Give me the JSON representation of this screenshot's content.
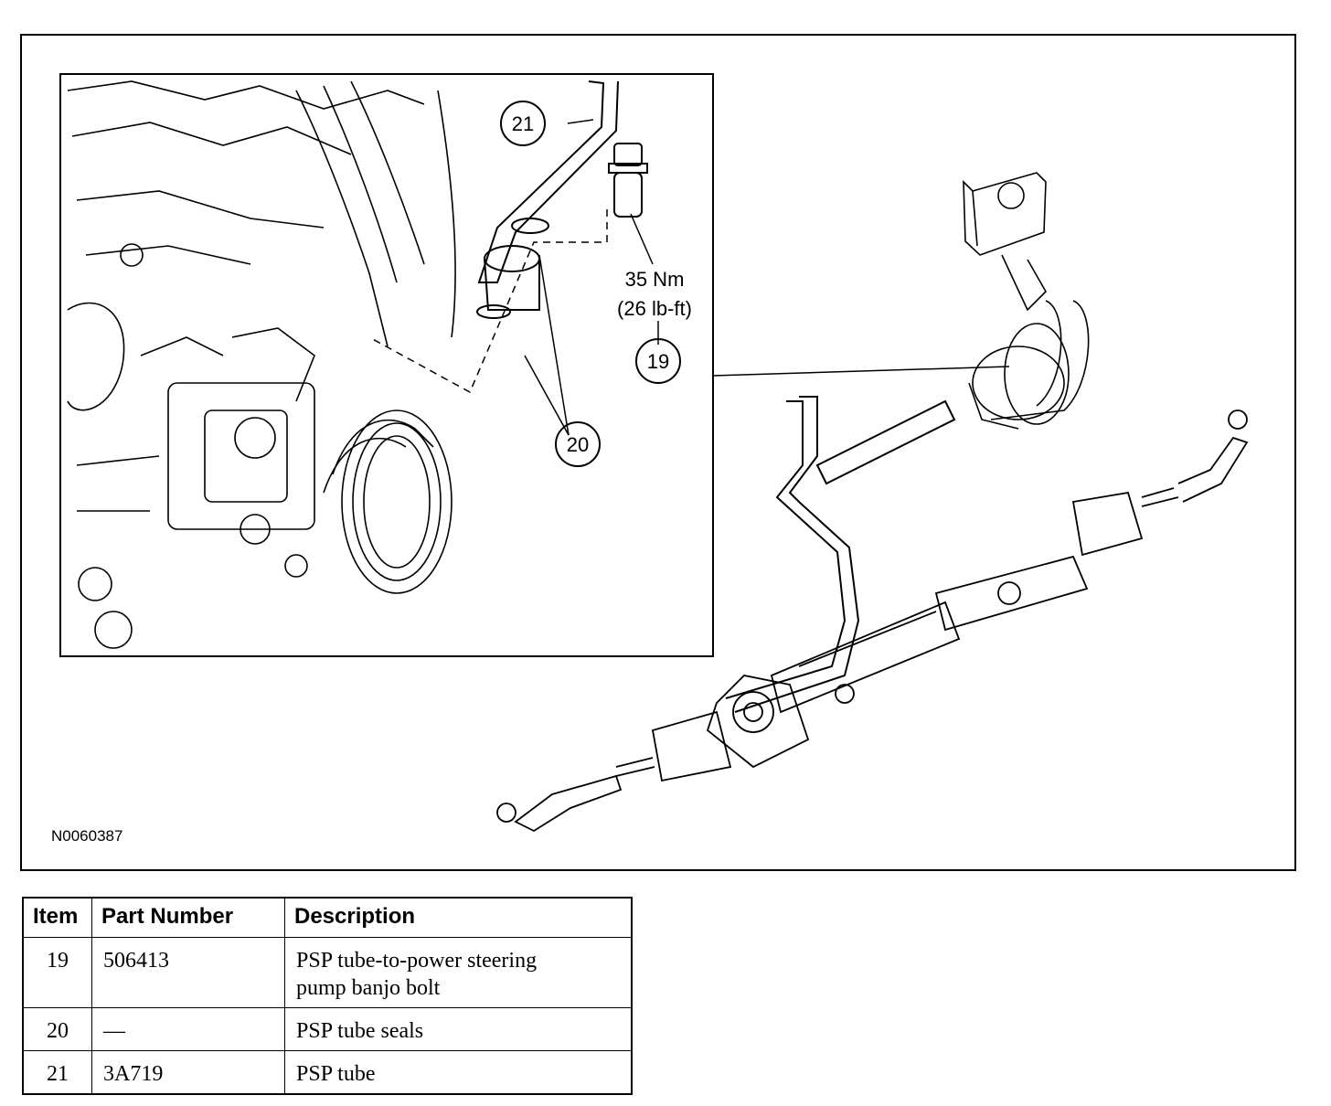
{
  "figure_id": "N0060387",
  "callouts": {
    "c19": "19",
    "c20": "20",
    "c21": "21"
  },
  "torque_spec": {
    "metric": "35 Nm",
    "imperial": "(26 lb-ft)"
  },
  "parts_table": {
    "headers": [
      "Item",
      "Part Number",
      "Description"
    ],
    "rows": [
      {
        "item": "19",
        "part_number": "506413",
        "description_line1": "PSP tube-to-power steering",
        "description_line2": "pump banjo bolt"
      },
      {
        "item": "20",
        "part_number": "—",
        "description_line1": "PSP tube seals",
        "description_line2": ""
      },
      {
        "item": "21",
        "part_number": "3A719",
        "description_line1": "PSP tube",
        "description_line2": ""
      }
    ]
  }
}
